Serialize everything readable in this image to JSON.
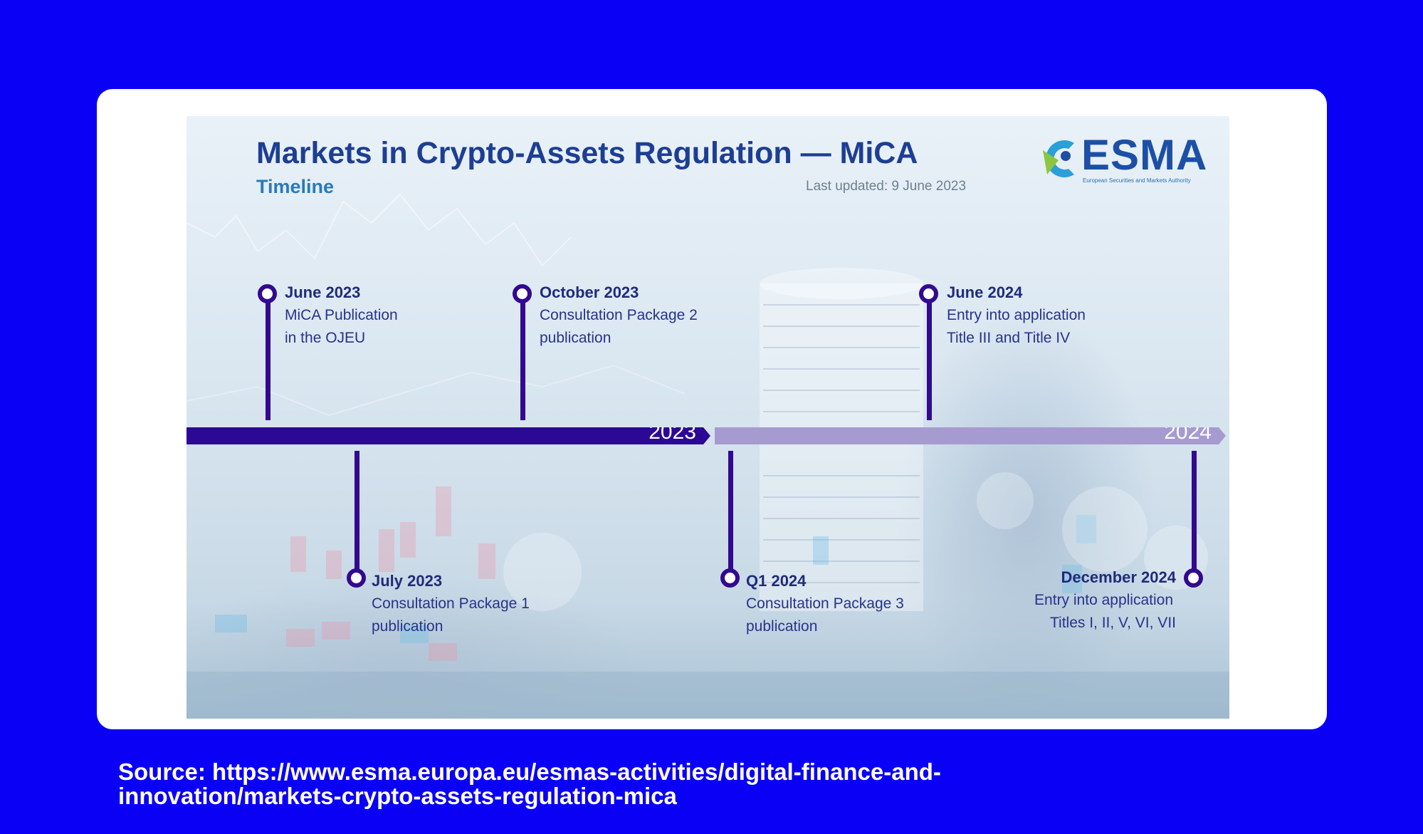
{
  "slide": {
    "title": "Markets in Crypto-Assets Regulation — MiCA",
    "subtitle": "Timeline",
    "last_updated": "Last updated: 9 June 2023"
  },
  "logo": {
    "name": "ESMA",
    "tagline": "European Securities and Markets Authority"
  },
  "years": [
    "2023",
    "2024"
  ],
  "events": [
    {
      "date": "June 2023",
      "lines": [
        "MiCA Publication",
        "in the OJEU"
      ]
    },
    {
      "date": "July 2023",
      "lines": [
        "Consultation Package 1",
        "publication"
      ]
    },
    {
      "date": "October 2023",
      "lines": [
        "Consultation Package 2",
        "publication"
      ]
    },
    {
      "date": "Q1 2024",
      "lines": [
        "Consultation Package 3",
        "publication"
      ]
    },
    {
      "date": "June 2024",
      "lines": [
        "Entry into application",
        "Title III and Title IV"
      ]
    },
    {
      "date": "December 2024",
      "lines": [
        "Entry into application",
        "Titles I, II, V, VI, VII"
      ]
    }
  ],
  "colors": {
    "page_background": "#0a00f5",
    "timeline_2023": "#2c0896",
    "timeline_2024": "#a69bd0",
    "pin": "#32098f",
    "title": "#1d3e93"
  },
  "source": {
    "line1": "Source: https://www.esma.europa.eu/esmas-activities/digital-finance-and-",
    "line2": "innovation/markets-crypto-assets-regulation-mica"
  }
}
